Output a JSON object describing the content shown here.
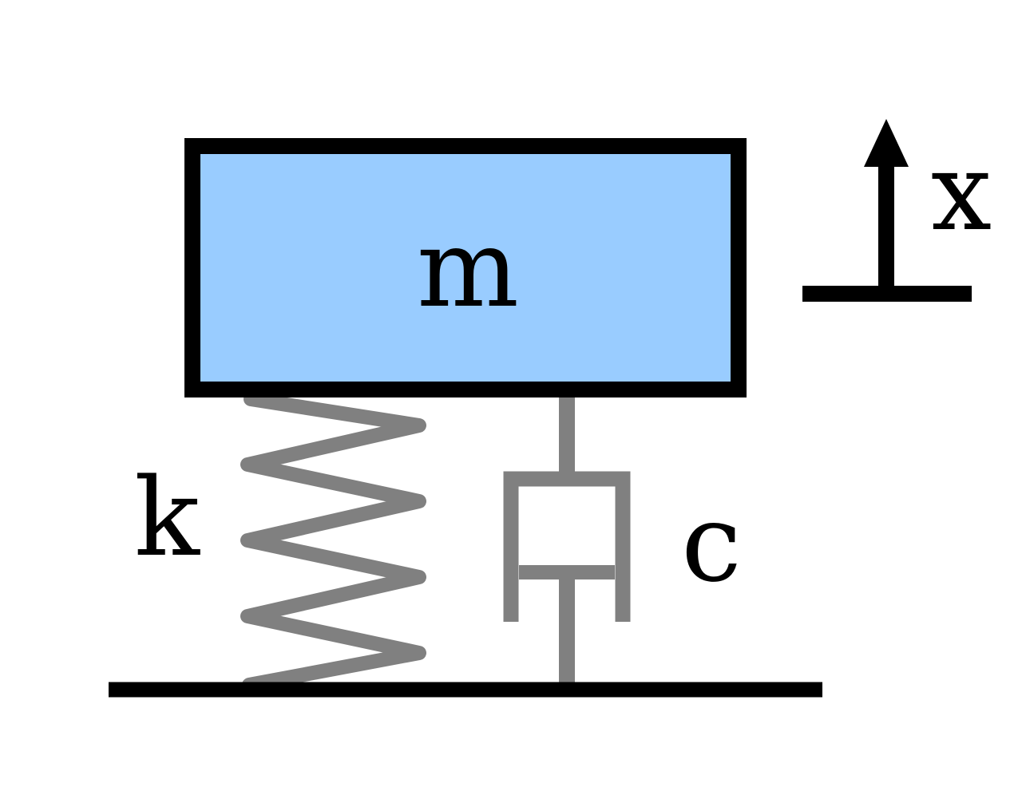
{
  "figure": {
    "labels": {
      "mass": "m",
      "spring": "k",
      "damper": "c",
      "displacement": "x"
    },
    "colors": {
      "mass_fill": "#99ccff",
      "outline": "#000000",
      "component_gray": "#808080"
    }
  }
}
